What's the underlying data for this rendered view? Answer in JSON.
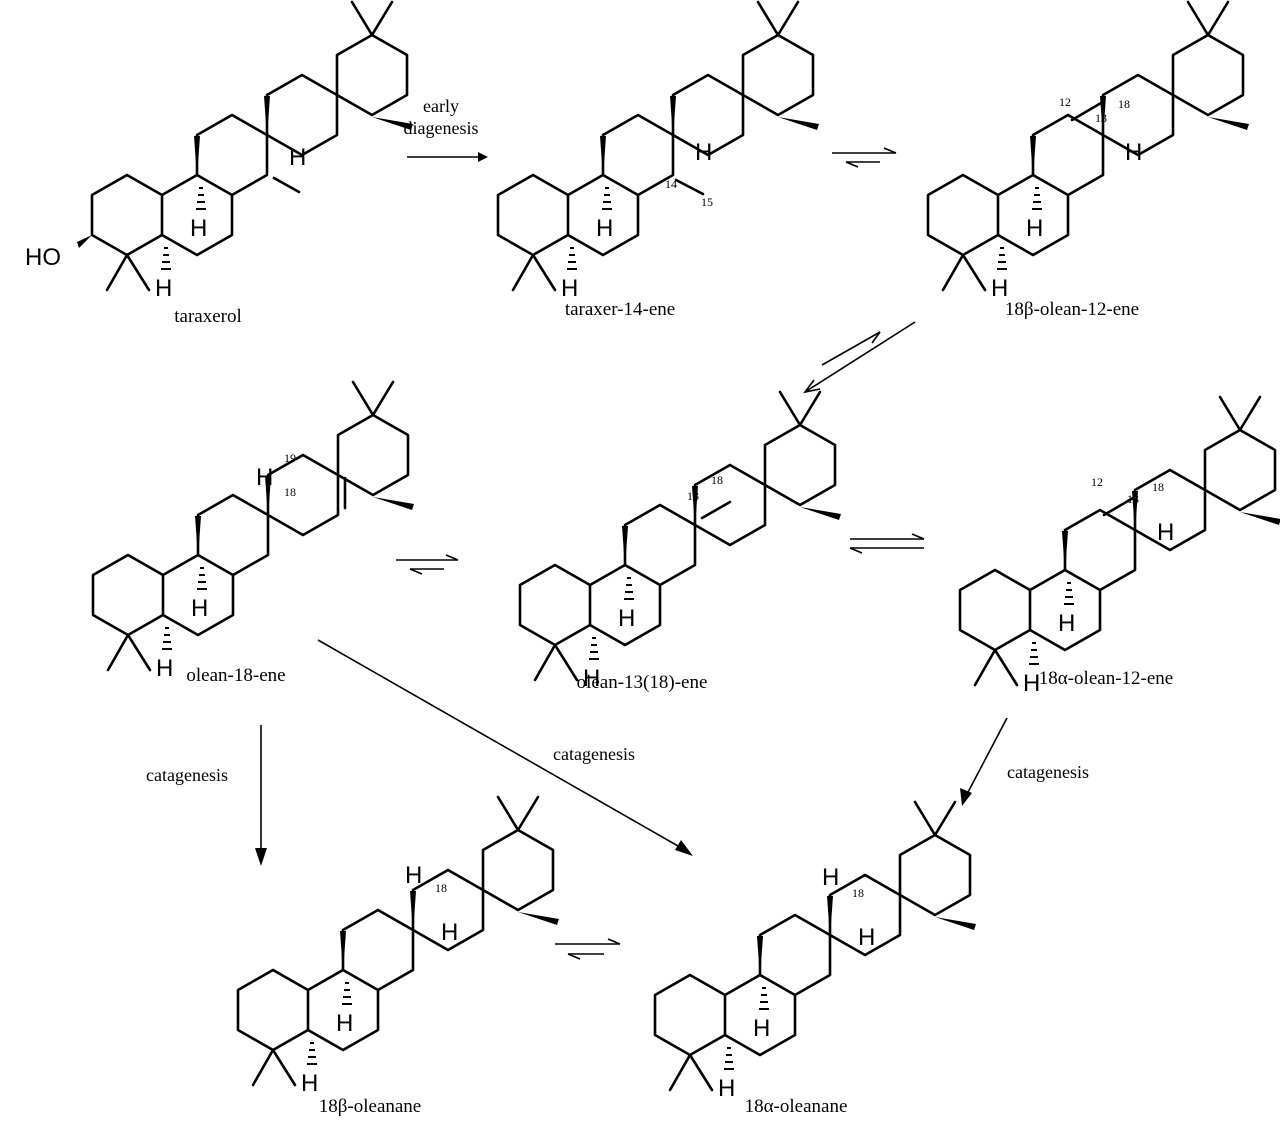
{
  "compounds": {
    "taraxerol": "taraxerol",
    "taraxer14ene": "taraxer-14-ene",
    "beta_olean12ene": "18β-olean-12-ene",
    "olean18ene": "olean-18-ene",
    "olean1318ene": "olean-13(18)-ene",
    "alpha_olean12ene": "18α-olean-12-ene",
    "beta_oleanane": "18β-oleanane",
    "alpha_oleanane": "18α-oleanane"
  },
  "process_labels": {
    "early": "early",
    "diagenesis": "diagenesis",
    "catagenesis_left": "catagenesis",
    "catagenesis_center": "catagenesis",
    "catagenesis_right": "catagenesis"
  },
  "atom_labels": {
    "h": "H",
    "ho": "HO"
  },
  "locants": {
    "c12": "12",
    "c13": "13",
    "c14": "14",
    "c15": "15",
    "c18": "18",
    "c19": "19"
  }
}
